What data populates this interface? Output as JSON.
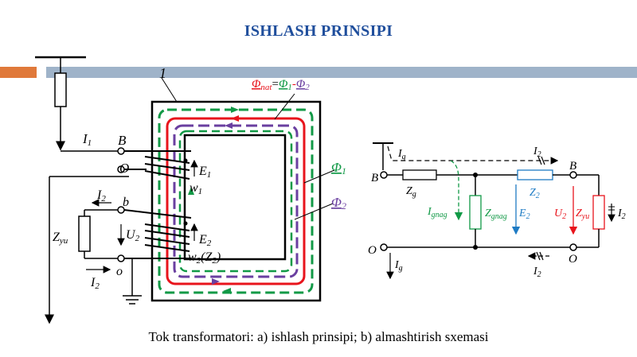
{
  "title": "ISHLASH PRINSIPI",
  "caption": "Tok transformatori: a) ishlash prinsipi; b) almashtirish sxemasi",
  "colors": {
    "title": "#1f4e9c",
    "band_orange": "#e0793a",
    "band_blue": "#9fb3c9",
    "flux_red": "#e8141c",
    "flux_green": "#119946",
    "flux_purple": "#6a3fa0",
    "branch_blue": "#1e7bc4"
  },
  "left_diagram": {
    "core_label": "1",
    "flux_eq_lhs": "Φ",
    "flux_eq_lhs_sub": "nat",
    "flux_eq_rhs": "=",
    "flux_eq_phi1": "Φ",
    "flux_eq_phi1_sub": "1",
    "flux_eq_minus": "-",
    "flux_eq_phi2": "Φ",
    "flux_eq_phi2_sub": "2",
    "phi1_label": "Φ",
    "phi1_sub": "1",
    "phi2_label": "Φ",
    "phi2_sub": "2",
    "i1": "I",
    "i1_sub": "1",
    "terminal_b_upper": "B",
    "terminal_o_upper": "O",
    "e1": "E",
    "e1_sub": "1",
    "w1": "w",
    "w1_sub": "1",
    "i2_top": "I",
    "i2_top_sub": "2",
    "terminal_b_lower": "b",
    "u2": "U",
    "u2_sub": "2",
    "e2": "E",
    "e2_sub": "2",
    "zyu": "Z",
    "zyu_sub": "yu",
    "w2": "w",
    "w2_sub": "2",
    "z2": "(Z",
    "z2_sub": "2",
    "z2_close": ")",
    "terminal_o_lower": "o",
    "i2_bottom": "I",
    "i2_bottom_sub": "2"
  },
  "right_diagram": {
    "terminal_b_left": "B",
    "terminal_o_left": "O",
    "terminal_b_right": "B",
    "terminal_o_right": "O",
    "ig_top": "I",
    "ig_top_sub": "g",
    "ig_bottom": "I",
    "ig_bottom_sub": "g",
    "i2_top": "I",
    "i2_top_sub": "2",
    "i2_bottom": "I",
    "i2_bottom_sub": "2",
    "zg": "Z",
    "zg_sub": "g",
    "z2": "Z",
    "z2_sub": "2",
    "ignag": "I",
    "ignag_sub": "gnag",
    "zgnag": "Z",
    "zgnag_sub": "gnag",
    "e2": "E",
    "e2_sub": "2",
    "u2": "U",
    "u2_sub": "2",
    "zyu": "Z",
    "zyu_sub": "yu",
    "i2_load": "I",
    "i2_load_sub": "2"
  }
}
